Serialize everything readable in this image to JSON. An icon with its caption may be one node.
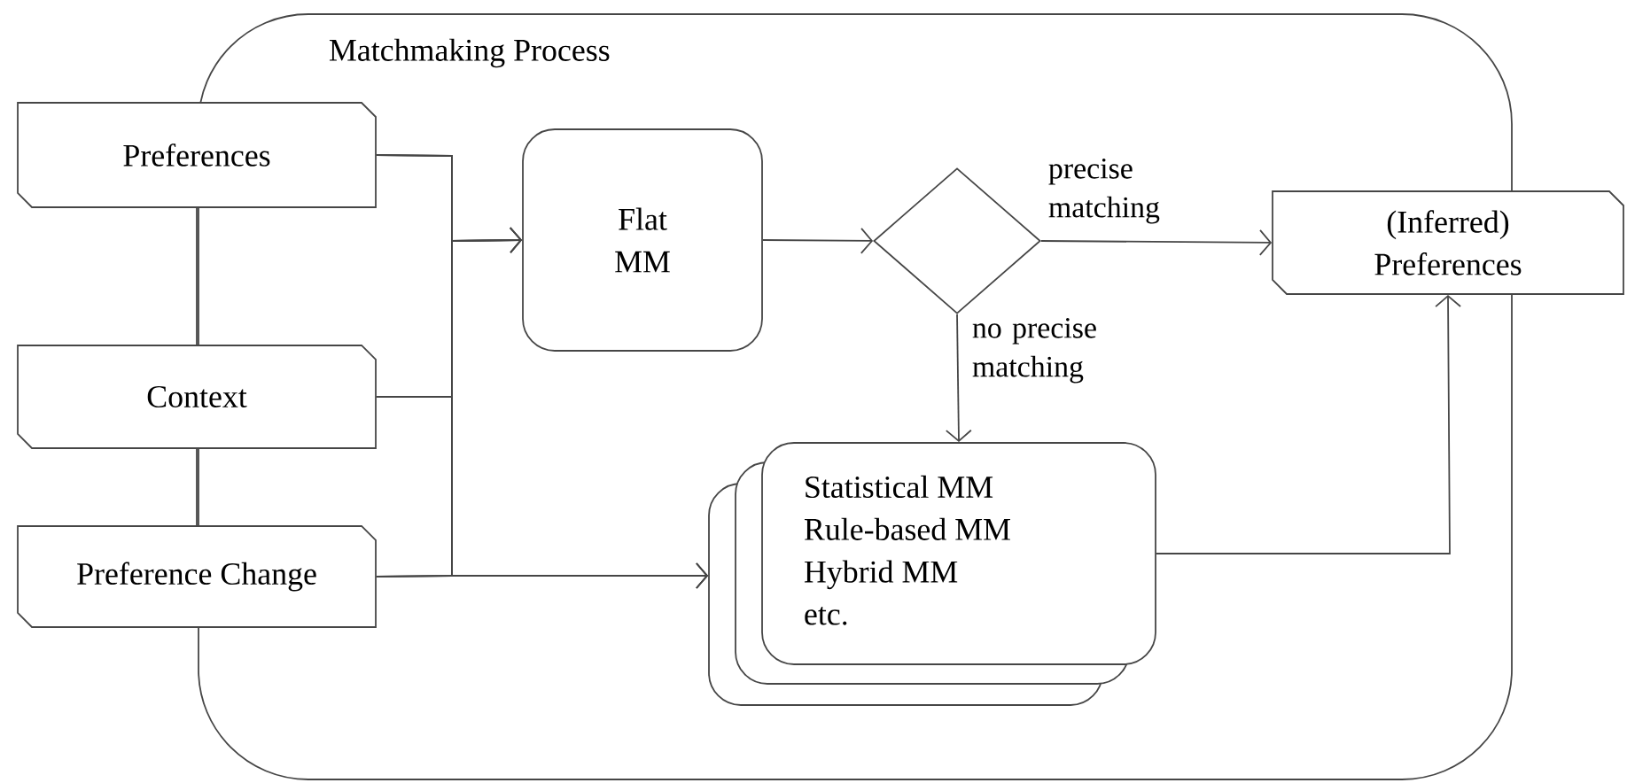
{
  "diagram": {
    "nodes": [
      {
        "text": [
          "Matchmaking Process"
        ]
      },
      {
        "text": [
          "Preferences"
        ]
      },
      {
        "text": [
          "Context"
        ]
      },
      {
        "text": [
          "Preference Change"
        ]
      },
      {
        "text": [
          "Flat MM"
        ],
        "in": 0
      },
      {
        "text": [],
        "shape": "diamond",
        "in": 0
      },
      {
        "text": [
          "Statistical MM",
          "Rule-based MM",
          "Hybrid MM",
          "etc."
        ],
        "in": 0
      },
      {
        "text": [
          "(Inferred) Preferences"
        ]
      }
    ],
    "edges": [
      {
        "from": 1,
        "to": 2,
        "arrow": "none"
      },
      {
        "from": 2,
        "to": 3,
        "arrow": "none"
      },
      {
        "from": 1,
        "to": 4,
        "arrow": "to"
      },
      {
        "from": 2,
        "to": 4,
        "arrow": "to"
      },
      {
        "from": 3,
        "to": 4,
        "arrow": "to"
      },
      {
        "from": 1,
        "to": 6,
        "arrow": "to"
      },
      {
        "from": 2,
        "to": 6,
        "arrow": "to"
      },
      {
        "from": 3,
        "to": 6,
        "arrow": "to"
      },
      {
        "from": 4,
        "to": 5,
        "arrow": "to"
      },
      {
        "from": 5,
        "to": 7,
        "arrow": "to",
        "label": "precise matching"
      },
      {
        "from": 5,
        "to": 6,
        "arrow": "to",
        "label": "no precise matching"
      },
      {
        "from": 6,
        "to": 7,
        "arrow": "to"
      }
    ]
  }
}
